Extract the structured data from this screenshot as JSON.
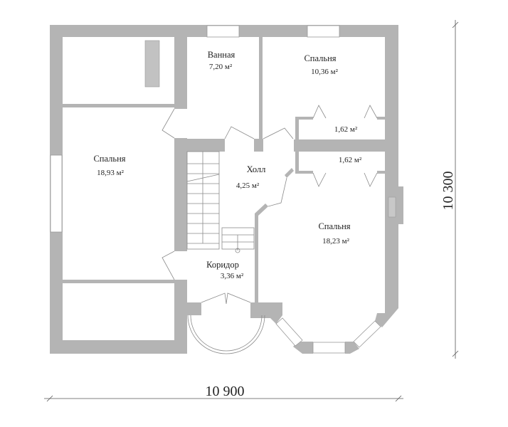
{
  "colors": {
    "wall": "#b4b4b4",
    "text": "#222222"
  },
  "rooms": [
    {
      "name": "Ванная",
      "area": "7,20 м²"
    },
    {
      "name": "Спальня",
      "area": "10,36 м²"
    },
    {
      "name": "",
      "area": "1,62 м²"
    },
    {
      "name": "Спальня",
      "area": "18,93 м²"
    },
    {
      "name": "",
      "area": "1,62 м²"
    },
    {
      "name": "Холл",
      "area": "4,25 м²"
    },
    {
      "name": "Спальня",
      "area": "18,23 м²"
    },
    {
      "name": "Коридор",
      "area": "3,36 м²"
    }
  ],
  "dimensions": {
    "width": "10 900",
    "height": "10 300"
  }
}
